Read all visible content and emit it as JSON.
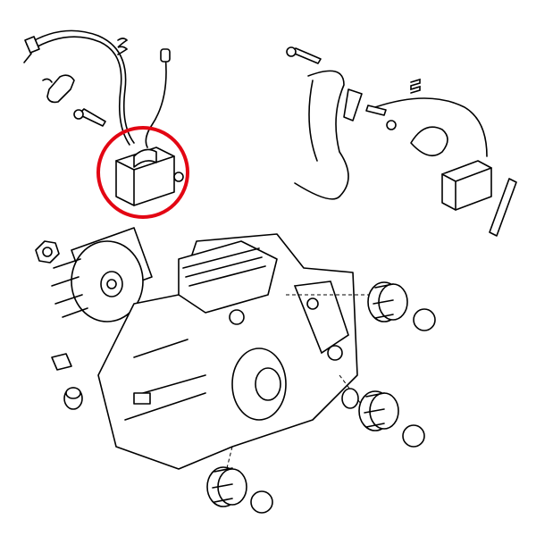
{
  "diagram": {
    "type": "exploded-parts-drawing",
    "highlight": {
      "shape": "circle",
      "color": "#e30613",
      "target": "ignition-module"
    },
    "line_color": "#000000",
    "background": "#ffffff",
    "parts": [
      "ignition-module",
      "spark-plug-lead",
      "spark-plug-boot",
      "short-circuit-wire",
      "ignition-module-alt",
      "flywheel",
      "crankcase",
      "cylinder",
      "oil-seal",
      "bearing",
      "plug",
      "screw",
      "spring"
    ]
  }
}
